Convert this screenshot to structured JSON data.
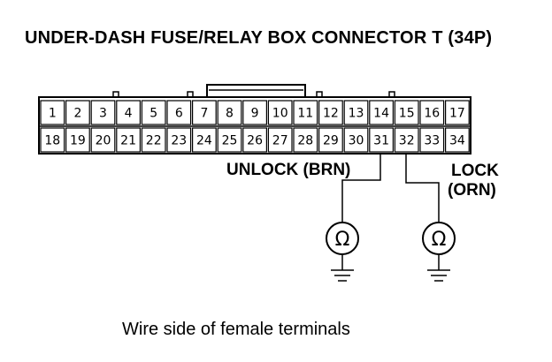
{
  "title": "UNDER-DASH FUSE/RELAY BOX CONNECTOR T (34P)",
  "caption": "Wire side of female terminals",
  "connector": {
    "top_row": [
      "1",
      "2",
      "3",
      "4",
      "5",
      "6",
      "7",
      "8",
      "9",
      "10",
      "11",
      "12",
      "13",
      "14",
      "15",
      "16",
      "17"
    ],
    "bottom_row": [
      "18",
      "19",
      "20",
      "21",
      "22",
      "23",
      "24",
      "25",
      "26",
      "27",
      "28",
      "29",
      "30",
      "31",
      "32",
      "33",
      "34"
    ]
  },
  "wires": {
    "unlock_label": "UNLOCK (BRN)",
    "lock_label_line1": "LOCK",
    "lock_label_line2": "(ORN)"
  },
  "meter_symbol": "Ω"
}
